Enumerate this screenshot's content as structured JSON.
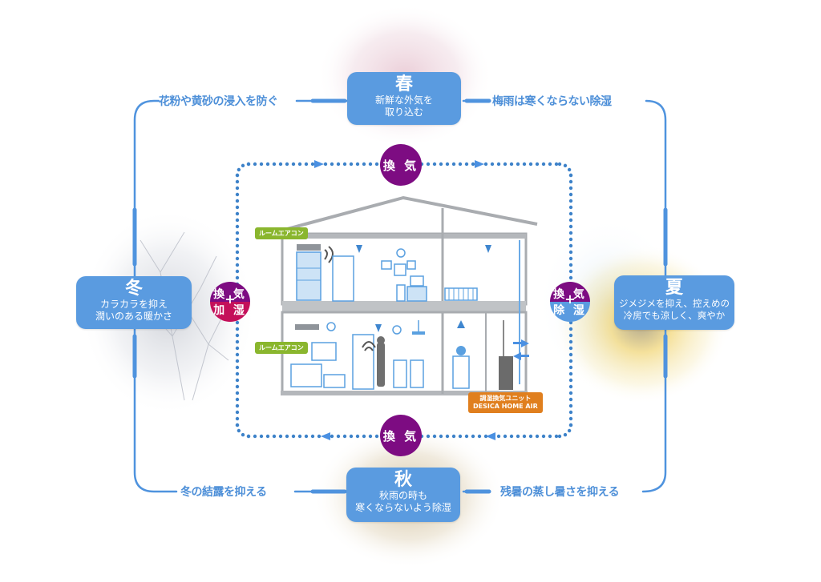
{
  "diagram": {
    "colors": {
      "season_box": "#5a9be0",
      "ventilation_purple": "#7d0c82",
      "humidify_magenta": "#c4105a",
      "dehumidify_blue": "#5a9be0",
      "side_text": "#4d8fd8",
      "airconditioner_tag": "#8ab62e",
      "unit_tag": "#e07f1e"
    },
    "seasons": {
      "spring": {
        "kanji": "春",
        "desc_line1": "新鮮な外気を",
        "desc_line2": "取り込む"
      },
      "summer": {
        "kanji": "夏",
        "desc_line1": "ジメジメを抑え、控えめの",
        "desc_line2": "冷房でも涼しく、爽やか"
      },
      "autumn": {
        "kanji": "秋",
        "desc_line1": "秋雨の時も",
        "desc_line2": "寒くならないよう除湿"
      },
      "winter": {
        "kanji": "冬",
        "desc_line1": "カラカラを抑え",
        "desc_line2": "潤いのある暖かさ"
      }
    },
    "transitions": {
      "winter_to_spring": "花粉や黄砂の浸入を防ぐ",
      "spring_to_summer": "梅雨は寒くならない除湿",
      "summer_to_autumn": "残暑の蒸し暑さを抑える",
      "autumn_to_winter": "冬の結露を抑える"
    },
    "modes": {
      "ventilation": "換 気",
      "winter_combo": {
        "top": "換 気",
        "plus": "+",
        "bottom": "加 湿"
      },
      "summer_combo": {
        "top": "換 気",
        "plus": "+",
        "bottom": "除 湿"
      }
    },
    "labels": {
      "room_aircon_upper": "ルームエアコン",
      "room_aircon_lower": "ルームエアコン",
      "unit_line1": "調湿換気ユニット",
      "unit_line2": "DESICA HOME AIR"
    }
  }
}
